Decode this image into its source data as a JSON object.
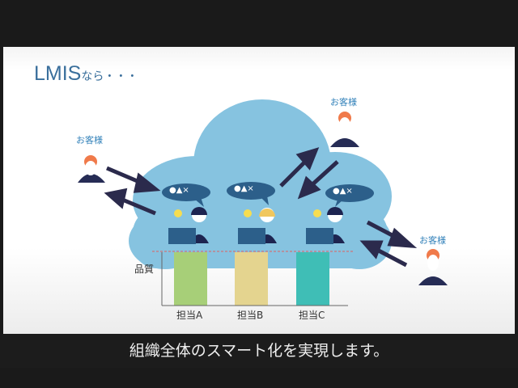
{
  "slide": {
    "title": "LMIS",
    "title_suffix": "なら・・・",
    "customer_label": "お客様",
    "bubble_text": "●▲×",
    "axis_label": "品質",
    "agents": [
      "担当A",
      "担当B",
      "担当C"
    ]
  },
  "colors": {
    "cloud": "#86c3e0",
    "arrow": "#2b2a4c",
    "barA": "#a7cf78",
    "barB": "#e4d48f",
    "barC": "#3fbeb6"
  },
  "subtitle": "組織全体のスマート化を実現します。"
}
